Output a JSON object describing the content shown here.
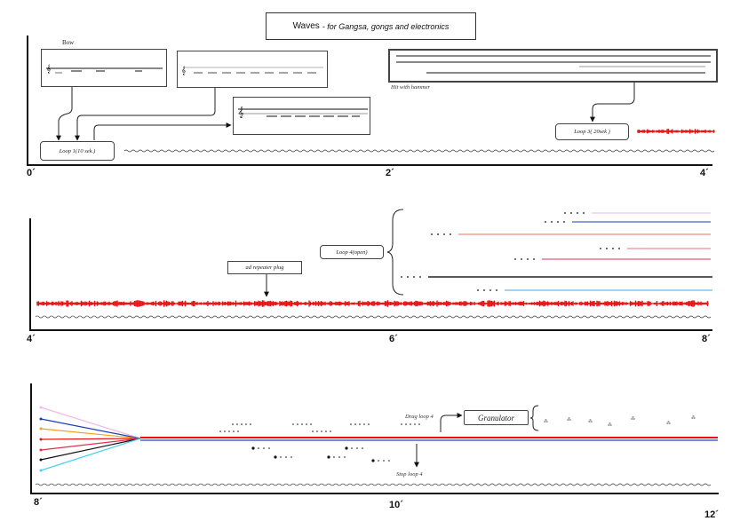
{
  "title": {
    "main": "Waves",
    "sub": "- for Gangsa, gongs and electronics"
  },
  "systems": [
    {
      "ticks": [
        "0´",
        "2´",
        "4´"
      ],
      "bow_label": "Bow",
      "hammer_label": "Hit with hammer",
      "loop1_label": "Loop 1(10 sek.)",
      "loop3_label": "Loop 3( 20sek )"
    },
    {
      "ticks": [
        "4´",
        "6´",
        "8´"
      ],
      "loop4_label": "Loop 4(open)",
      "plug_label": "ad repeater plug",
      "loop4_lines": [
        {
          "color": "#e6b8e6"
        },
        {
          "color": "#1b3fb5"
        },
        {
          "color": "#e8705a"
        },
        {
          "color": "#e07080"
        },
        {
          "color": "#e0305a"
        },
        {
          "color": "#222222"
        },
        {
          "color": "#3aaee0"
        }
      ]
    },
    {
      "ticks": [
        "8´",
        "10´",
        "12´"
      ],
      "drag_label": "Drag loop 4",
      "granulator_label": "Granulator",
      "stop_label": "Stop loop 4",
      "fan_colors": [
        "#f2b8ec",
        "#1b3fb5",
        "#f0a020",
        "#e01818",
        "#e0304a",
        "#111111",
        "#44d0f0"
      ]
    }
  ],
  "colors": {
    "waveform": "#e81010",
    "ink": "#111111"
  }
}
